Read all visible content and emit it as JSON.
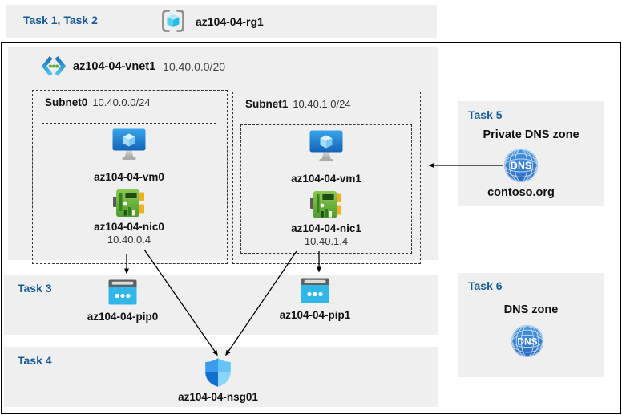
{
  "colors": {
    "task_heading_blue": "#165a96",
    "panel_gray": "#efefef",
    "public_ip_cyan": "#30b7e8",
    "dns_blue": "#3380d4",
    "nic_green": "#5fa838"
  },
  "banner": {
    "tasks_label": "Task 1, Task 2",
    "resource_group": "az104-04-rg1"
  },
  "vnet": {
    "name": "az104-04-vnet1",
    "cidr": "10.40.0.0/20",
    "subnets": [
      {
        "name": "Subnet0",
        "cidr": "10.40.0.0/24",
        "vm": "az104-04-vm0",
        "nic": "az104-04-nic0",
        "ip": "10.40.0.4"
      },
      {
        "name": "Subnet1",
        "cidr": "10.40.1.0/24",
        "vm": "az104-04-vm1",
        "nic": "az104-04-nic1",
        "ip": "10.40.1.4"
      }
    ]
  },
  "task3": {
    "label": "Task 3",
    "pip0": "az104-04-pip0",
    "pip1": "az104-04-pip1"
  },
  "task4": {
    "label": "Task 4",
    "nsg": "az104-04-nsg01"
  },
  "task5": {
    "label": "Task 5",
    "title": "Private DNS zone",
    "zone_name": "contoso.org"
  },
  "task6": {
    "label": "Task 6",
    "title": "DNS zone"
  },
  "icons": {
    "dns_label": "DNS"
  }
}
